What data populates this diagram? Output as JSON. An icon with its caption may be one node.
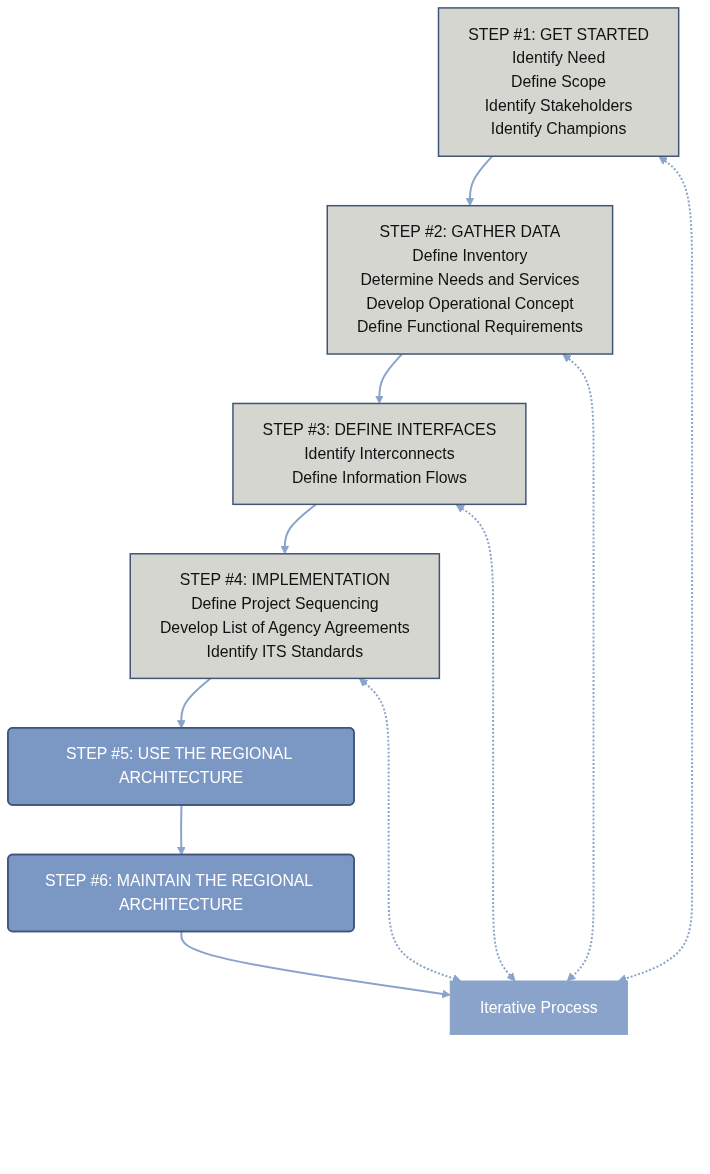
{
  "diagram": {
    "nodes": [
      {
        "text": [
          "STEP #1: GET STARTED",
          "Identify Need",
          "Define Scope",
          "Identify Stakeholders",
          "Identify Champions"
        ]
      },
      {
        "text": [
          "STEP #2: GATHER DATA",
          "Define Inventory",
          "Determine Needs and Services",
          "Develop Operational Concept",
          "Define Functional Requirements"
        ]
      },
      {
        "text": [
          "STEP #3: DEFINE INTERFACES",
          "Identify Interconnects",
          "Define Information Flows"
        ]
      },
      {
        "text": [
          "STEP #4: IMPLEMENTATION",
          "Define Project Sequencing",
          "Develop List of Agency Agreements",
          "Identify ITS Standards"
        ]
      },
      {
        "text": [
          "STEP #5: USE THE REGIONAL ARCHITECTURE"
        ]
      },
      {
        "text": [
          "STEP #6: MAINTAIN THE REGIONAL ARCHITECTURE"
        ]
      },
      {
        "text": [
          "Iterative Process"
        ]
      }
    ],
    "edges": [
      {
        "from": 0,
        "to": 1,
        "arrow": "to"
      },
      {
        "from": 1,
        "to": 2,
        "arrow": "to"
      },
      {
        "from": 2,
        "to": 3,
        "arrow": "to"
      },
      {
        "from": 3,
        "to": 4,
        "arrow": "to"
      },
      {
        "from": 4,
        "to": 5,
        "arrow": "to"
      },
      {
        "from": 5,
        "to": 6,
        "arrow": "to"
      },
      {
        "from": 0,
        "to": 6,
        "arrow": "both",
        "style": "dashed"
      },
      {
        "from": 1,
        "to": 6,
        "arrow": "both",
        "style": "dashed"
      },
      {
        "from": 2,
        "to": 6,
        "arrow": "both",
        "style": "dashed"
      },
      {
        "from": 3,
        "to": 6,
        "arrow": "both",
        "style": "dashed"
      }
    ]
  }
}
